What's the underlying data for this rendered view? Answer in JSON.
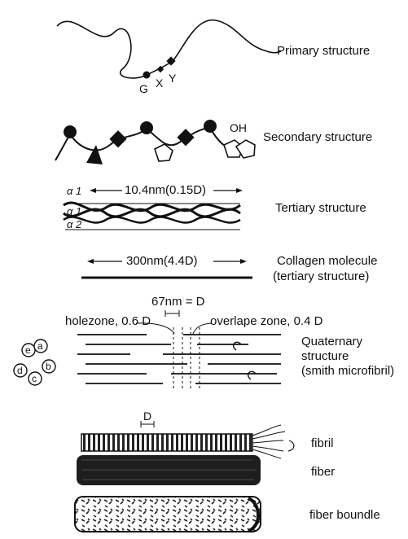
{
  "levels": {
    "primary": {
      "label": "Primary structure",
      "residues": [
        "G",
        "X",
        "Y"
      ]
    },
    "secondary": {
      "label": "Secondary structure",
      "oh": "OH"
    },
    "tertiary": {
      "label": "Tertiary structure",
      "length": "10.4nm(0.15D)",
      "chains": [
        "α 1",
        "α 1",
        "α 2"
      ]
    },
    "molecule": {
      "length": "300nm(4.4D)",
      "label_line1": "Collagen molecule",
      "label_line2": "(tertiary structure)"
    },
    "quaternary": {
      "period": "67nm = D",
      "hole": "holezone, 0.6 D",
      "overlap": "overlape zone, 0.4 D",
      "label_line1": "Quaternary",
      "label_line2": "structure",
      "label_line3": "(smith microfibril)",
      "cross_section": [
        "a",
        "b",
        "c",
        "d",
        "e"
      ]
    },
    "fibril": {
      "label": "fibril",
      "period": "D"
    },
    "fiber": {
      "label": "fiber"
    },
    "bundle": {
      "label": "fiber boundle"
    }
  },
  "colors": {
    "ink": "#111111",
    "fiber": "#1e1e1e",
    "paper": "#ffffff"
  }
}
